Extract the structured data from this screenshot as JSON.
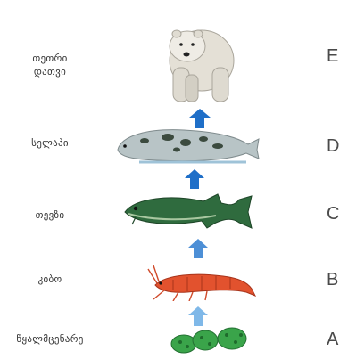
{
  "levels": [
    {
      "id": "E",
      "label_line1": "თეთრი",
      "label_line2": "დათვი",
      "organism": "polar-bear"
    },
    {
      "id": "D",
      "label": "სელაპი",
      "organism": "seal"
    },
    {
      "id": "C",
      "label": "თევზი",
      "organism": "fish"
    },
    {
      "id": "B",
      "label": "კიბო",
      "organism": "shrimp"
    },
    {
      "id": "A",
      "label": "წყალმცენარე",
      "organism": "algae"
    }
  ],
  "colors": {
    "arrow_dark": "#1f6fc8",
    "arrow_light": "#7fb8e8",
    "algae": "#3aa44a",
    "shrimp": "#e2522e",
    "fish": "#2f6b3e",
    "seal": "#b8c4c6",
    "bear": "#e4e0d6"
  }
}
